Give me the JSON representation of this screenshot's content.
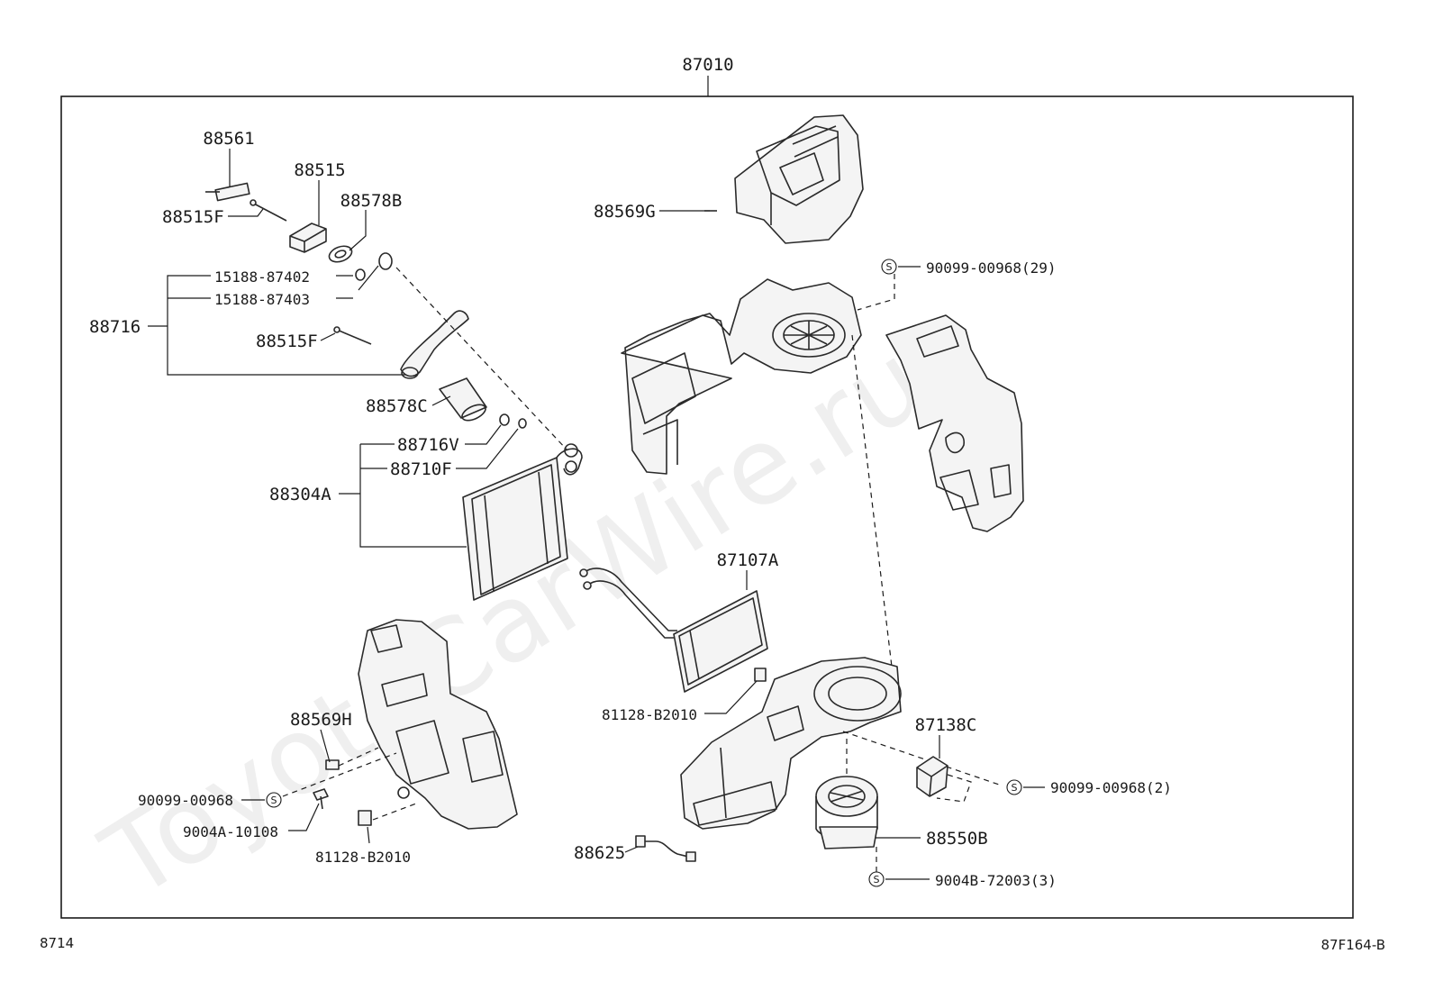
{
  "assembly": {
    "number": "87010"
  },
  "watermark": "ToyotaCarWire.ru",
  "footer": {
    "group_code": "8714",
    "figure_code": "87F164-B"
  },
  "standard_part_symbol": "S",
  "colors": {
    "line": "#1a1a1a",
    "watermark": "#c8c8c8",
    "background": "#ffffff"
  },
  "parts": {
    "p88561": "88561",
    "p88515": "88515",
    "p88578b": "88578B",
    "p88515f_a": "88515F",
    "p15188_87402": "15188-87402",
    "p15188_87403": "15188-87403",
    "p88716": "88716",
    "p88515f_b": "88515F",
    "p88578c": "88578C",
    "p88716v": "88716V",
    "p88710f": "88710F",
    "p88304a": "88304A",
    "p88569g": "88569G",
    "p90099_00968_29": "90099-00968(29)",
    "p87107a": "87107A",
    "p81128_b2010_a": "81128-B2010",
    "p87138c": "87138C",
    "p90099_00968_2": "90099-00968(2)",
    "p88550b": "88550B",
    "p9004b_72003_3": "9004B-72003(3)",
    "p88625": "88625",
    "p88569h": "88569H",
    "p90099_00968": "90099-00968",
    "p9004a_10108": "9004A-10108",
    "p81128_b2010_b": "81128-B2010"
  }
}
